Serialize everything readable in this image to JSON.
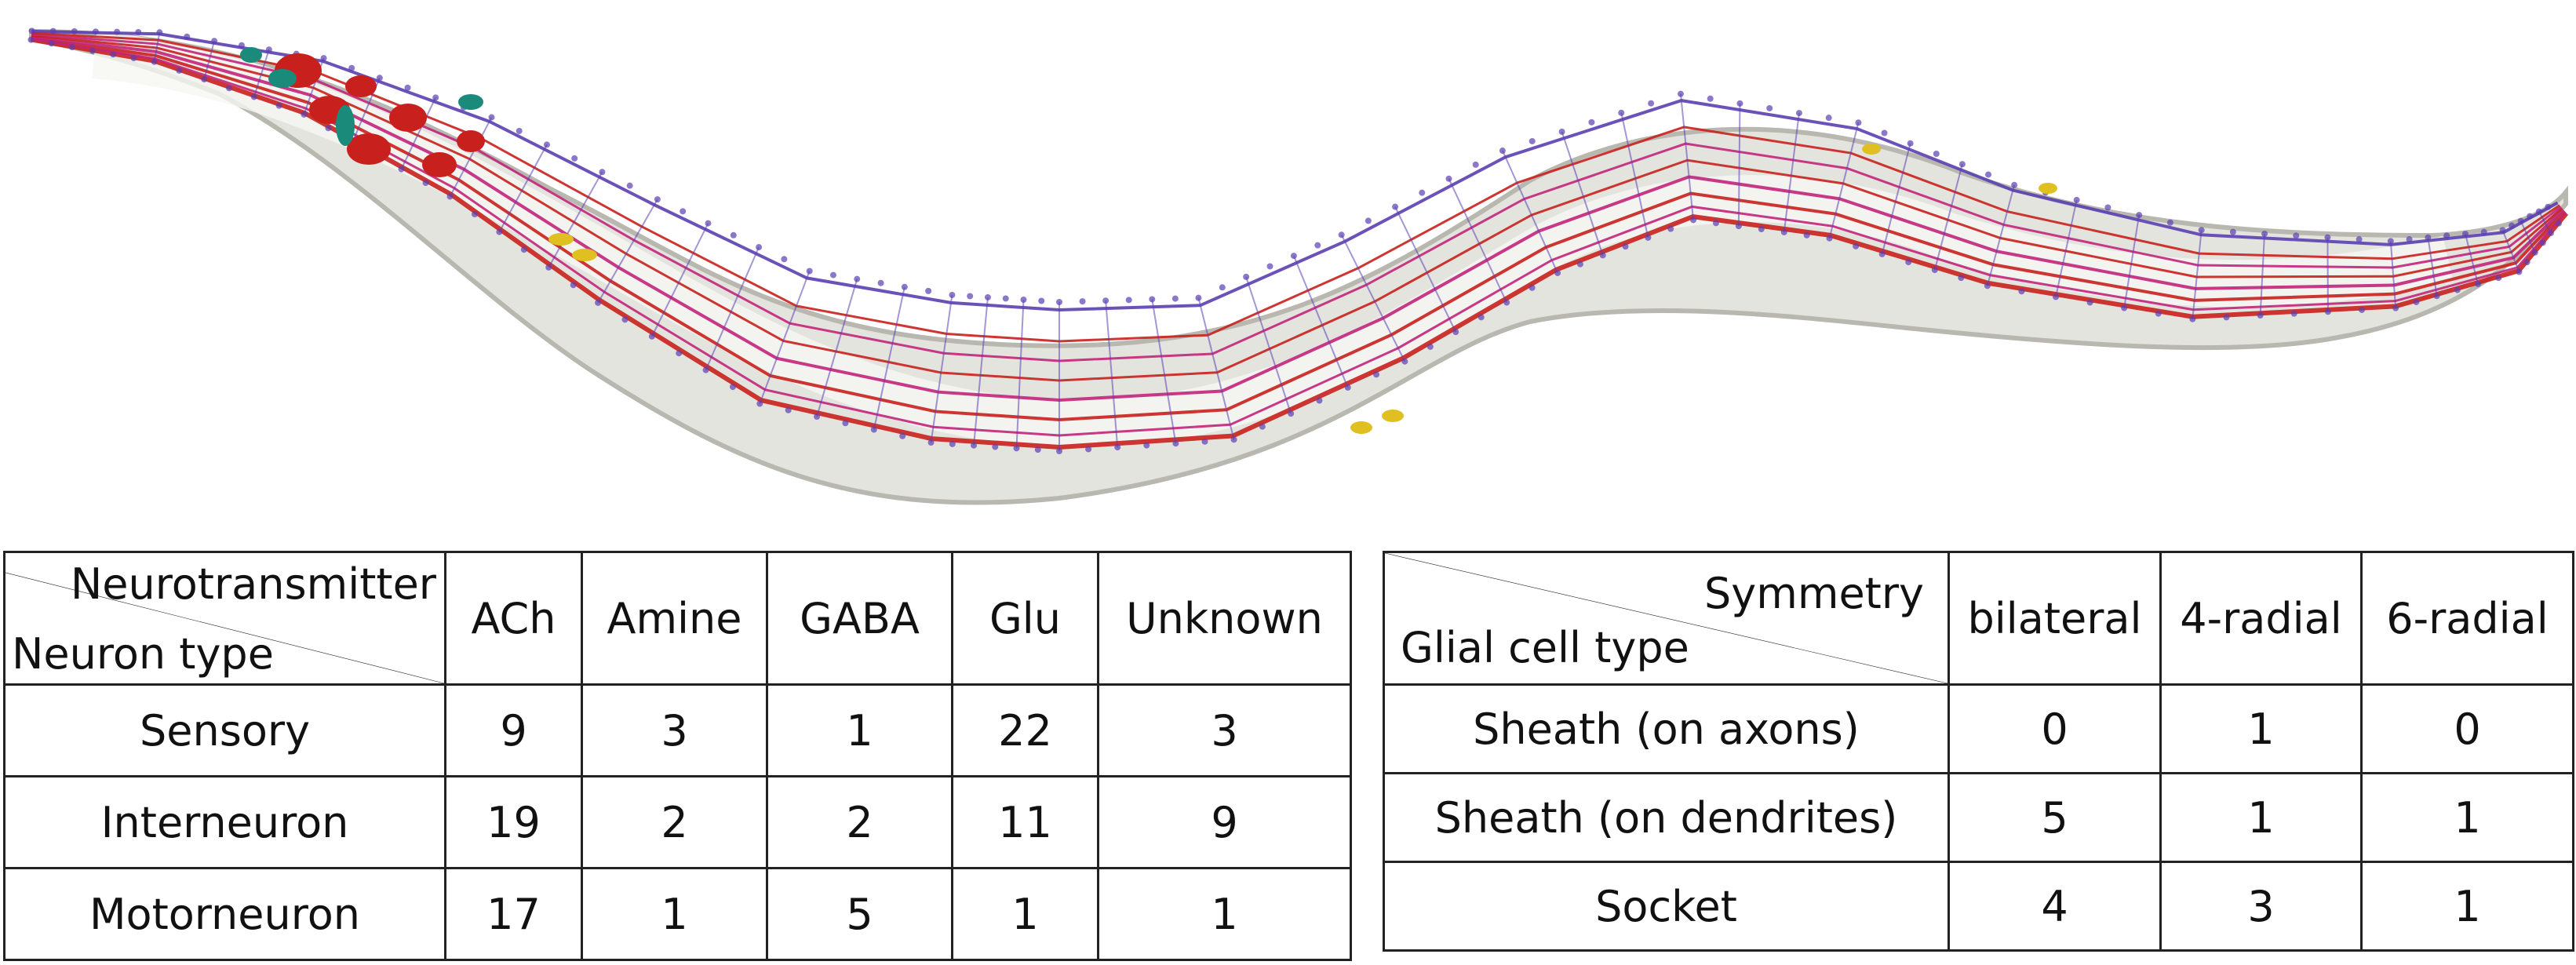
{
  "illustration": {
    "colors": {
      "body": "#e4e4df",
      "body_outline": "#b8b8b0",
      "muscle_purple": "#5b3fb0",
      "neuron_red": "#c8201c",
      "neuron_magenta": "#c2237a",
      "glia_teal": "#1a8a7a",
      "cell_yellow": "#e0c020"
    }
  },
  "neuron_table": {
    "header_top": "Neurotransmitter",
    "header_bottom": "Neuron type",
    "columns": [
      "ACh",
      "Amine",
      "GABA",
      "Glu",
      "Unknown"
    ],
    "rows": [
      {
        "label": "Sensory",
        "values": [
          "9",
          "3",
          "1",
          "22",
          "3"
        ]
      },
      {
        "label": "Interneuron",
        "values": [
          "19",
          "2",
          "2",
          "11",
          "9"
        ]
      },
      {
        "label": "Motorneuron",
        "values": [
          "17",
          "1",
          "5",
          "1",
          "1"
        ]
      }
    ]
  },
  "glia_table": {
    "header_top": "Symmetry",
    "header_bottom": "Glial cell type",
    "columns": [
      "bilateral",
      "4-radial",
      "6-radial"
    ],
    "rows": [
      {
        "label": "Sheath (on axons)",
        "values": [
          "0",
          "1",
          "0"
        ]
      },
      {
        "label": "Sheath (on dendrites)",
        "values": [
          "5",
          "1",
          "1"
        ]
      },
      {
        "label": "Socket",
        "values": [
          "4",
          "3",
          "1"
        ]
      }
    ]
  }
}
